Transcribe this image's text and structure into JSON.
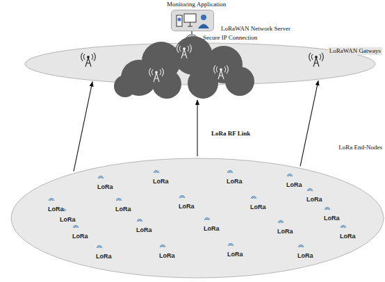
{
  "diagram": {
    "nodes": [
      {
        "text": [
          "Monitoring Application",
          "LoRaWAN Network Server"
        ]
      },
      {
        "text": [
          "Secure IP Connection"
        ]
      },
      {
        "text": [
          "LoRaWAN Gatways"
        ]
      },
      {
        "text": [
          "LoRa End-Nodes"
        ]
      }
    ],
    "edges": [
      {
        "from": 1,
        "to": 0,
        "arrow": "none"
      },
      {
        "from": 1,
        "to": 2,
        "arrow": "none"
      },
      {
        "from": 3,
        "to": 2,
        "arrow": "to"
      },
      {
        "from": 3,
        "to": 2,
        "label": "LoRa RF Link",
        "arrow": "to"
      },
      {
        "from": 3,
        "to": 2,
        "arrow": "to"
      }
    ],
    "labels": [
      "LoRa",
      "LoRa",
      "LoRa",
      "LoRa",
      "LoRa",
      "LoRa",
      "LoRa",
      "LoRa",
      "LoRa",
      "LoRa",
      "LoRa",
      "LoRa",
      "LoRa",
      "LoRa",
      "LoRa",
      "LoRa",
      "LoRa",
      "LoRa",
      "LoRa",
      "LoRa"
    ]
  }
}
